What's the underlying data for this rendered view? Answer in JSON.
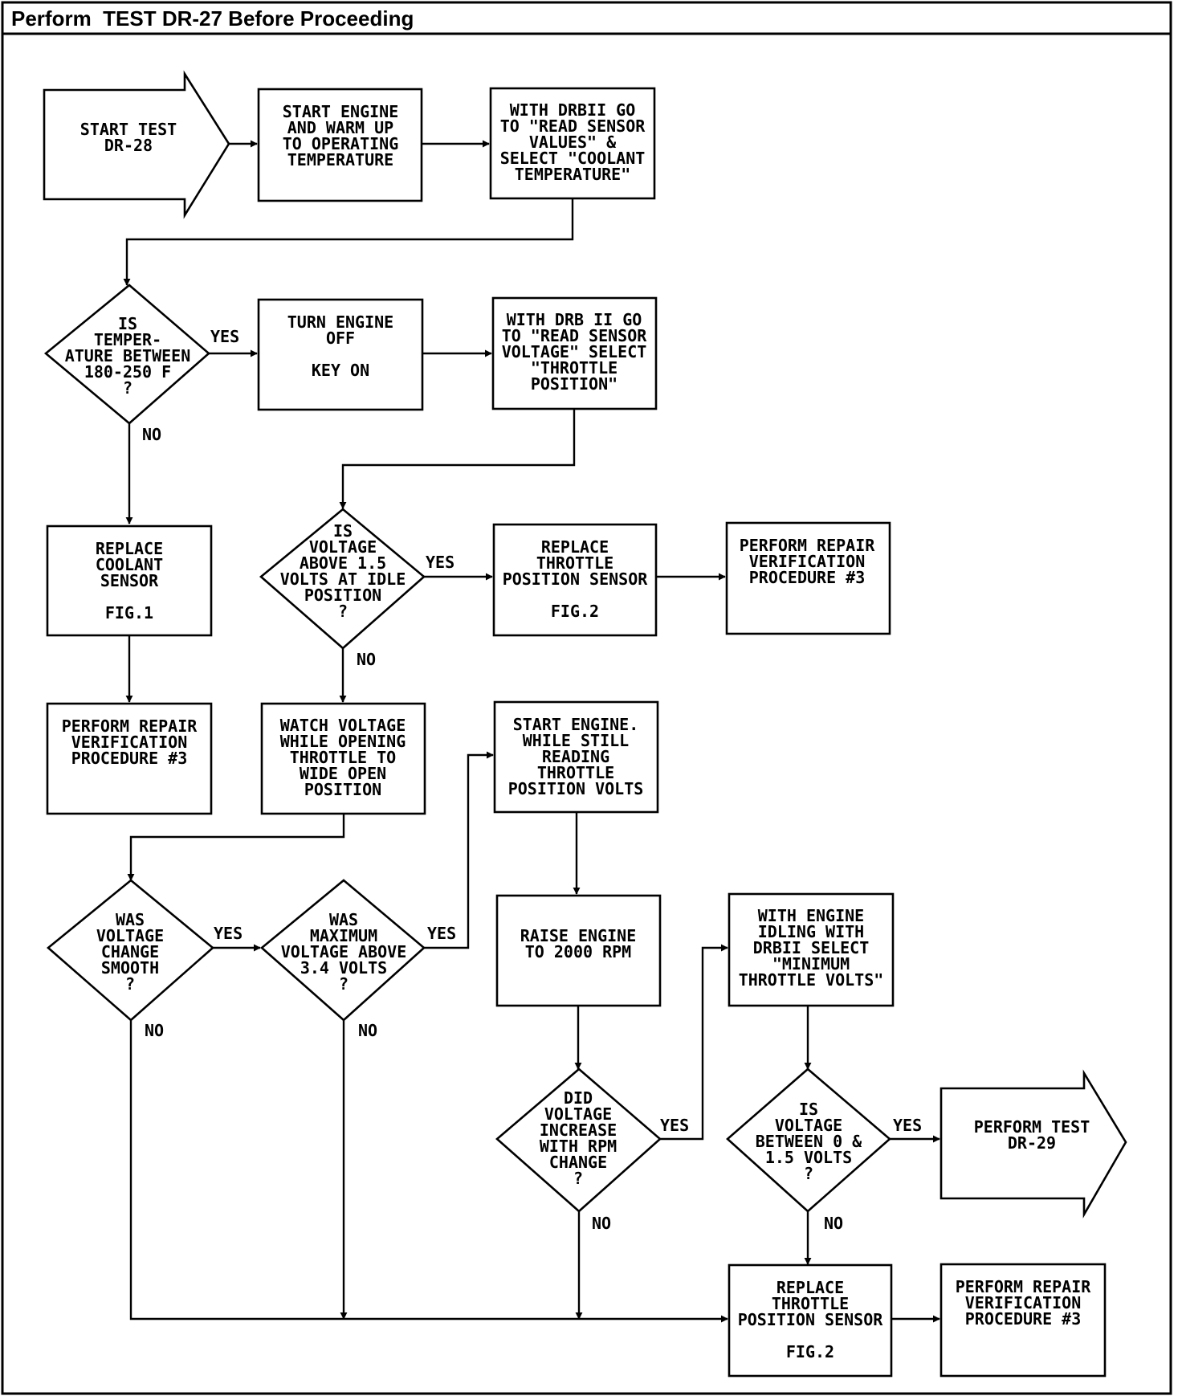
{
  "header": {
    "title": "Perform  TEST DR-27 Before Proceeding"
  },
  "nodes": {
    "start_test_dr28": [
      "START TEST",
      "DR-28"
    ],
    "start_engine_warm": [
      "START ENGINE",
      "AND WARM UP",
      "TO OPERATING",
      "TEMPERATURE"
    ],
    "drbii_coolant": [
      "WITH DRBII GO",
      "TO \"READ SENSOR",
      "VALUES\" &",
      "SELECT \"COOLANT",
      "TEMPERATURE\""
    ],
    "q_temperature": [
      "IS",
      "TEMPER-",
      "ATURE BETWEEN",
      "180-250 F",
      "?"
    ],
    "turn_engine_off": [
      "TURN ENGINE",
      "OFF",
      "",
      "KEY ON"
    ],
    "drbii_throttle": [
      "WITH DRB II GO",
      "TO \"READ SENSOR",
      "VOLTAGE\" SELECT",
      "\"THROTTLE",
      "POSITION\""
    ],
    "replace_coolant": [
      "REPLACE",
      "COOLANT",
      "SENSOR",
      "",
      "FIG.1"
    ],
    "q_voltage_idle": [
      "IS",
      "VOLTAGE",
      "ABOVE 1.5",
      "VOLTS AT IDLE",
      "POSITION",
      "?"
    ],
    "replace_tps_1": [
      "REPLACE",
      "THROTTLE",
      "POSITION SENSOR",
      "",
      "FIG.2"
    ],
    "verify_1": [
      "PERFORM REPAIR",
      "VERIFICATION",
      "PROCEDURE #3"
    ],
    "verify_2": [
      "PERFORM REPAIR",
      "VERIFICATION",
      "PROCEDURE #3"
    ],
    "watch_voltage": [
      "WATCH VOLTAGE",
      "WHILE OPENING",
      "THROTTLE TO",
      "WIDE OPEN",
      "POSITION"
    ],
    "start_engine_reading": [
      "START ENGINE.",
      "WHILE STILL",
      "READING",
      "THROTTLE",
      "POSITION VOLTS"
    ],
    "q_smooth": [
      "WAS",
      "VOLTAGE",
      "CHANGE",
      "SMOOTH",
      "?"
    ],
    "q_max_voltage": [
      "WAS",
      "MAXIMUM",
      "VOLTAGE ABOVE",
      "3.4 VOLTS",
      "?"
    ],
    "raise_engine": [
      "RAISE ENGINE",
      "TO 2000 RPM"
    ],
    "engine_idling": [
      "WITH ENGINE",
      "IDLING WITH",
      "DRBII SELECT",
      "\"MINIMUM",
      "THROTTLE VOLTS\""
    ],
    "q_increase": [
      "DID",
      "VOLTAGE",
      "INCREASE",
      "WITH RPM",
      "CHANGE",
      "?"
    ],
    "q_between": [
      "IS",
      "VOLTAGE",
      "BETWEEN 0 &",
      "1.5 VOLTS",
      "?"
    ],
    "perform_dr29": [
      "PERFORM TEST",
      "DR-29"
    ],
    "replace_tps_2": [
      "REPLACE",
      "THROTTLE",
      "POSITION SENSOR",
      "",
      "FIG.2"
    ],
    "verify_3": [
      "PERFORM REPAIR",
      "VERIFICATION",
      "PROCEDURE #3"
    ]
  },
  "edge_labels": {
    "temp_yes": "YES",
    "temp_no": "NO",
    "idle_yes": "YES",
    "idle_no": "NO",
    "smooth_yes": "YES",
    "smooth_no": "NO",
    "max_yes": "YES",
    "max_no": "NO",
    "increase_yes": "YES",
    "increase_no": "NO",
    "between_yes": "YES",
    "between_no": "NO"
  }
}
